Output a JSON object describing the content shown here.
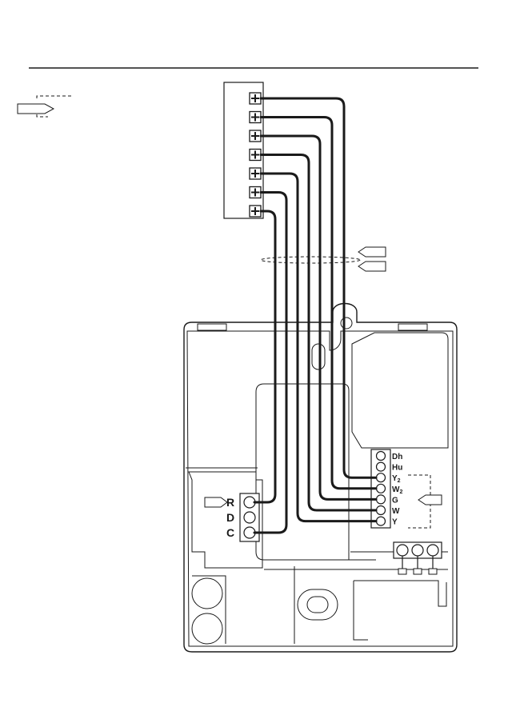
{
  "colors": {
    "line": "#1a1a1a",
    "background": "#ffffff",
    "wire": "#1a1a1a"
  },
  "icons": [
    "terminal-screw-icon",
    "arrow-tag-icon"
  ],
  "thermostat_terminals": [
    {
      "main": "Dh",
      "sub": ""
    },
    {
      "main": "Hu",
      "sub": ""
    },
    {
      "main": "Y",
      "sub": "2"
    },
    {
      "main": "W",
      "sub": "2"
    },
    {
      "main": "G",
      "sub": ""
    },
    {
      "main": "W",
      "sub": ""
    },
    {
      "main": "Y",
      "sub": ""
    }
  ],
  "power_terminals": [
    "R",
    "D",
    "C"
  ]
}
